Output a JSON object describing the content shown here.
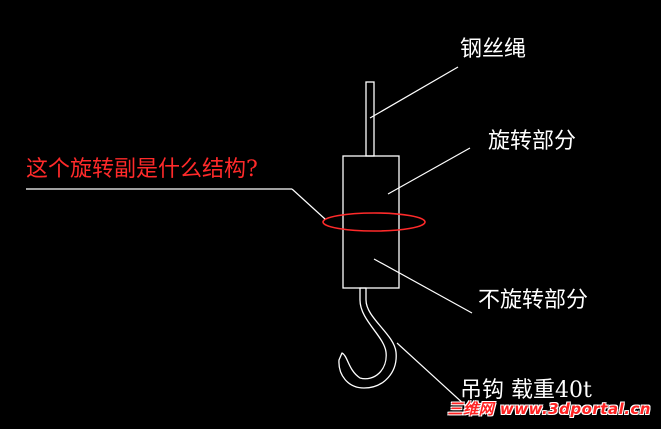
{
  "question": "这个旋转副是什么结构?",
  "labels": {
    "rope": "钢丝绳",
    "rotating_part": "旋转部分",
    "non_rotating_part": "不旋转部分",
    "hook": "吊钩 载重40t"
  },
  "watermark": "三维网 www.3dportal.cn",
  "colors": {
    "background": "#000000",
    "lines": "#ffffff",
    "highlight": "#ff2a2a"
  }
}
